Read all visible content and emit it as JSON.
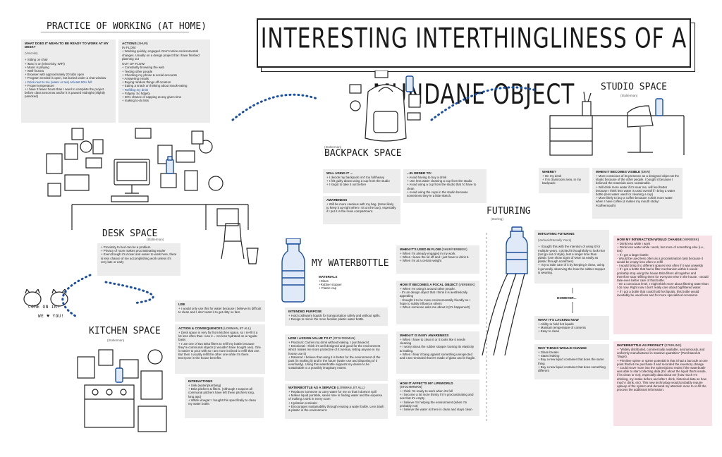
{
  "title": "INTERESTING INTERTHINGLINESS OF A MUNDANE OBJECT",
  "practice": {
    "title": "PRACTICE OF WORKING (AT HOME)",
    "q_header": "WHAT DOES IT MEAN TO BE READY TO WORK AT MY DESK?",
    "q_role": "(Visionds)",
    "q_items": [
      "+ Sitting on chair",
      "+ iMac is on (electricity, WiFi)",
      "+ Music is playing",
      "+ Well-lit area",
      "+ Browser with approximately 20 tabs open",
      "+ Program needed is open, but buried under a chat window",
      "+ Drink next to me (water or tea) at least 60% full",
      "+ Proper temperature",
      "+ I have 3 fewer hours than I need to complete the project before class tomorrow and/or it is passed midnight (slightly panicked)"
    ],
    "actions_header": "ACTIONS",
    "actions_role": "(Shur)",
    "in_flow": "IN FLOW:",
    "in_flow_items": [
      "+ Working quickly, engaged. Don't notice environmental changes. Usually on a design project that I have finished planning out"
    ],
    "out_flow": "OUT OF FLOW:",
    "out_flow_items": [
      "+ Constantly browsing the web",
      "+ Texting other people",
      "+ Checking my phone & social accounts",
      "+ Answering emails",
      "+ Buying random things off Amazon",
      "+ Eating a snack or thinking about snack-eating",
      "+ Refilling my drink",
      "+ Fidgety. So fidgety",
      "+ 30% chance of napping at any given time",
      "+ making to-do lists"
    ]
  },
  "desk": {
    "title": "DESK SPACE",
    "role": "(Stolterman)",
    "items": [
      "+ Proximity to bed can be a problem",
      "+ Privacy of room makes procrastinating easier",
      "+ Even though it's closer and easier to work here, there is less chance of me accomplishing work unless it's very late or early"
    ]
  },
  "backpack": {
    "title": "BACKPACK SPACE",
    "role": "(Stolterman)",
    "using_header": "WILL USING IT ...",
    "using_items": [
      "+ I decide my backpack isn't too full/heavy",
      "+ I felt guilty about using a cup from the studio",
      "+ I forgot to take it out before"
    ],
    "order_header": "...IN ORDER TO:",
    "order_items": [
      "+ Avoid having to buy a drink",
      "+ Use less water cleaning a cup from the studio",
      "+ Avoid using a cup from the studio that I'd have to clean",
      "+ Avoid using the cups in the studio because sometimes they're a little sketch."
    ],
    "awareness_header": "AWARENESS",
    "awareness_items": [
      "+ Will be more cautious with my bag. (More likely to keep it up-right when I sit on the bus), especially if I put it in the main compartment."
    ]
  },
  "studio": {
    "title": "STUDIO SPACE",
    "role": "(Stolterman)",
    "where_header": "WHERE?",
    "where_items": [
      "+ On my desk",
      "+ If in classroom area, in my backpack"
    ],
    "visible_header": "WHEN IT BECOMES VISIBLE",
    "visible_role": "(Dew)",
    "visible_items": [
      "+ More conscious of its presence as a designed object at the studio because of the other people. I bought it because I believed the materials were sustainable.",
      "+ Will drink more water if it's near me, will feel better because I think less water is used overall if I bring a water bottle (less water used for cleaning a cup)",
      "+ More likely to buy a coffee because I drink more water when I have coffee (it makes my mouth sticky! #coffeemouth)"
    ]
  },
  "waterbottle": {
    "title": "MY WATERBOTTLE",
    "materials_header": "MATERIALS",
    "materials": [
      "+Glass",
      "+Rubber stopper",
      "+ Plastic cap"
    ],
    "intended_header": "INTENDED PURPOSE",
    "intended_items": [
      "+ Hold cold/warm liquids for transportation safely and without spills.",
      "+ Design to mimic the more familiar plastic water bottle"
    ],
    "value_header": "HOW I ASSIGN VALUE TO IT",
    "value_role": "(Stolterman)",
    "value_items": [
      "+ Practical: Carries my drink without leaking. I purchased it.",
      "+ Emotional: I think it's well designed and good for the environment which makes me more protective of it (versus, letting anyone in my house use it)",
      "+ Rational: I believe that using it is better for the environment of the past (in making it) and in the future (water use and disposing of it eventually). Using this waterbottle supports my desire to be sustainable to a possibly imaginary extent."
    ],
    "service_header": "WATERBOTTLE AS A SERVICE",
    "service_role": "(Lowman, et all)",
    "service_items": [
      "+ Replaces someone to carry water for me so that it doesn't spill",
      "+ Makes liquid portable, saves time in finding water and the expense of making a sink in every room",
      "+ Hydration reminder",
      "+ Encourages sustainability through reusing a water bottle. Less trash & plastic in the environment."
    ]
  },
  "flow": {
    "used_header": "WHEN IT'S USED IN FLOW",
    "used_role": "(Shur/Verbeek)",
    "used_items": [
      "+ When I'm already engaged in my work.",
      "+ When I leave the lid off and I just have to drink it.",
      "+ When I'm at a certain weight"
    ],
    "focal_header": "HOW IT BECOMES A FOCAL OBJECT",
    "focal_role": "(Verbeek)",
    "focal_items": [
      "+ When I'm using it around other people.",
      "  - It's an design object that I think it is aesthetically appealing",
      "  - I bought it to be more environmentally friendly so I hope to subtly influence others",
      "+ When someone asks me about it (It's happened!)"
    ],
    "awareness_header": "WHEN IT IS IN MY AWARENESS",
    "awareness_items": [
      "+ When I have to clean it or it looks like it needs cleaning",
      "+ I worry about the rubber stopper loosing its elasticity & leaking.",
      "+ When I hear it bang against something unexpected and I am reminded that it's made of glass and is fragile."
    ],
    "lifeworld_header": "HOW IT AFFECTS MY LIFEWORLD",
    "lifeworld_role": "(Stolterman)",
    "lifeworld_items": [
      "+ I think I'm ready to work when it's full",
      "+ I become a lot more thirsty if I'm procrastinating and see that it's empty",
      "+ I believe I'm helping the environment (when I'm probably not)",
      "+ I believe the water is there is clean and stays clean"
    ]
  },
  "kitchen": {
    "title": "KITCHEN SPACE",
    "role": "(Stolterman)",
    "use_header": "USE",
    "use_items": [
      "+ I would only use this for water because I believe its difficult to clean and I don't want it to get dirty so fast."
    ],
    "action_header": "ACTION & CONSEQUENCES",
    "action_role": "(Lowman, et all)",
    "action_items": [
      "+ Desk space is very far from kitchen space, so I re-fill it a lot less often than I use it = Am less hydrated on a regular basis",
      "+ I use one of two Brita filters to refill my bottle because they're communal objects (I wouldn't have bought one). One is easier to pour with so I am more inclined to refill that one. But then I usually refill the other one while I'm there. Everyone in the house benefits."
    ],
    "interactions_header": "INTERACTIONS",
    "interactions_items": [
      "+ Sink (water/plumbing)",
      "+ Brita pitchers & filters. (Although I suspect all communal pitchers have left these pitchers long, long ago)",
      "+ White vinegar: I bought this specifically to clean my water bottle."
    ],
    "come_on": "COME ON IN!",
    "we_love": "WE ♥ YOU!"
  },
  "futuring": {
    "title": "FUTURING",
    "role": "(Sterling)",
    "mitigating_header": "MITIGATING FUTURING",
    "mitigating_role": "(Verbeek/Eternally Yours)",
    "mitigating_items": [
      "+ I bought this with the intention of using it for multiple years. I picked it thoughtfully to look nice (not go out of style), last a longer time than plastic (one show signs of wear as easily as plastic through scratches).",
      "+ I try to take care of it by keeping it clean, using it generally observing the how the rubber stopper is wearing."
    ],
    "however": "HOWEVER...",
    "lacking_header": "WHAT IT'S LACKING NOW",
    "lacking_items": [
      "+ Ability to hold hot liquids",
      "+ Maintain temperature of contents",
      "+ Easy to clean"
    ],
    "change_header": "WHY THINGS WOULD CHANGE",
    "change_items": [
      "+ Glass breaks",
      "+ Starts leaking",
      "+ Buy a new liquid container that does the same thing",
      "+ Buy a new liquid container that does something different"
    ],
    "interaction_header": "HOW MY INTERACTION WOULD CHANGE",
    "interaction_role": "(Verbeek)",
    "interaction_items": [
      "+ Drink less while I work",
      "+ Drink less water while I work, but more of something else (i.e., tea)",
      "+ If I get a larger bottle:",
      "  - Would be used less often as a procrastination task because it would be empty less often to refill",
      "  - I would bring it to different spaces less often if it was unwieldy",
      "+ If I got a bottle that had a filter mechanism within it would probably stop using the house Brita filters all together and therefore stop refilling them for everyone else in the house. I would take even better care of that bottle.",
      "  - On a conscious level, I might think more about filtering water than I do now. Right now I don't really care about big/filtered water.",
      "+ If I got a bottle that could hold hot liquids, this bottle would inevitably be used less and for more specialized occasions."
    ],
    "service_header": "WATERBOTTLE AS PRODUCT",
    "service_role": "(Sterling)",
    "service_items": [
      "+ \"Widely distributed, commercially available, anonymously, and uniformly manufactured in massive quantities\" (Purchased at Target).",
      "+ Primitive spime or spime potential in that it had a barcode at one point that let me purchase it and recorded the inventory change.",
      "+ Could move more into the spime/gizmo realm if the waterbottle was able to start collecting data (Ex: about the liquid that's inside, if its clean or not), especially data about me (how much I'm drinking, my intake before and after I drink, historical data on how much I drink, etc). This new technology would probably require upkeep of the system and demand my attention more to re-fill the process the additional information."
    ]
  }
}
